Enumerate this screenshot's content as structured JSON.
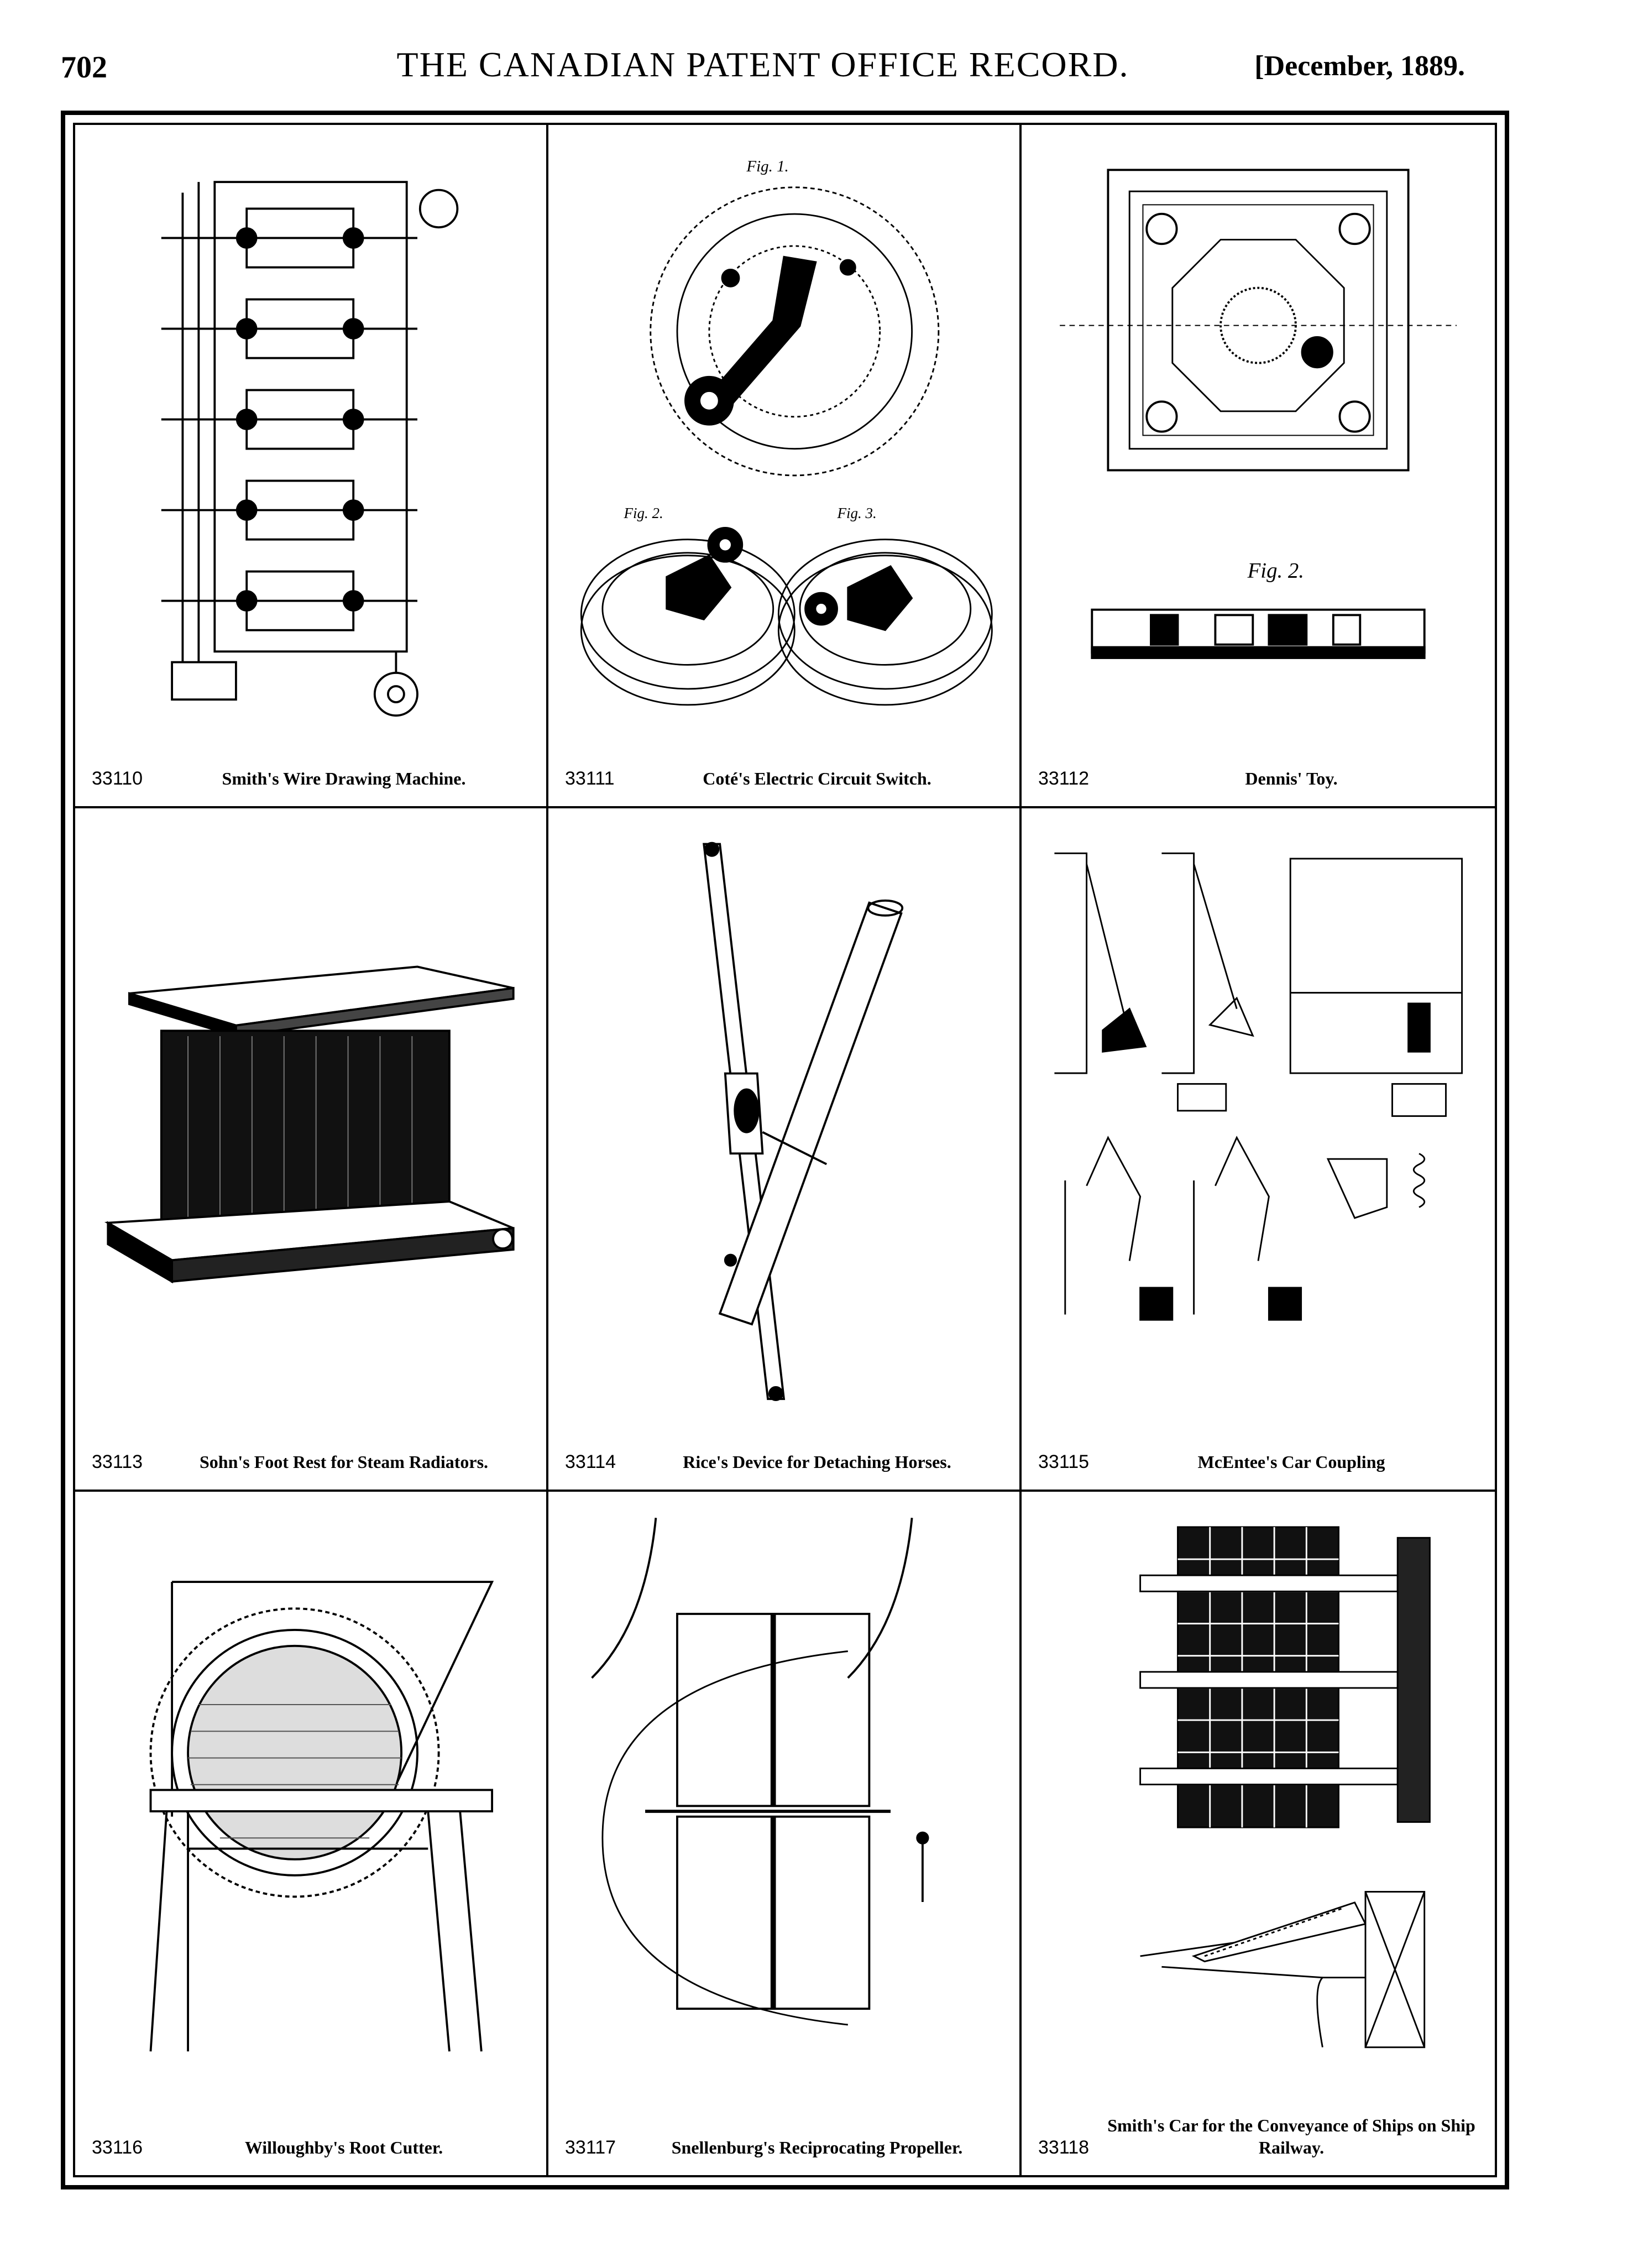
{
  "page": {
    "number": "702",
    "title": "THE CANADIAN PATENT OFFICE RECORD.",
    "date": "[December, 1889."
  },
  "patents": [
    {
      "number": "33110",
      "title": "Smith's Wire Drawing Machine."
    },
    {
      "number": "33111",
      "title": "Coté's Electric Circuit Switch."
    },
    {
      "number": "33112",
      "title": "Dennis' Toy."
    },
    {
      "number": "33113",
      "title": "Sohn's Foot Rest for Steam Radiators."
    },
    {
      "number": "33114",
      "title": "Rice's Device for Detaching Horses."
    },
    {
      "number": "33115",
      "title": "McEntee's Car Coupling"
    },
    {
      "number": "33116",
      "title": "Willoughby's Root Cutter."
    },
    {
      "number": "33117",
      "title": "Snellenburg's Reciprocating Propeller."
    },
    {
      "number": "33118",
      "title": "Smith's Car for the Conveyance of Ships on Ship Railway."
    }
  ],
  "figure_labels": {
    "fig1": "Fig. 1.",
    "fig2": "Fig. 2.",
    "fig3": "Fig. 3."
  }
}
